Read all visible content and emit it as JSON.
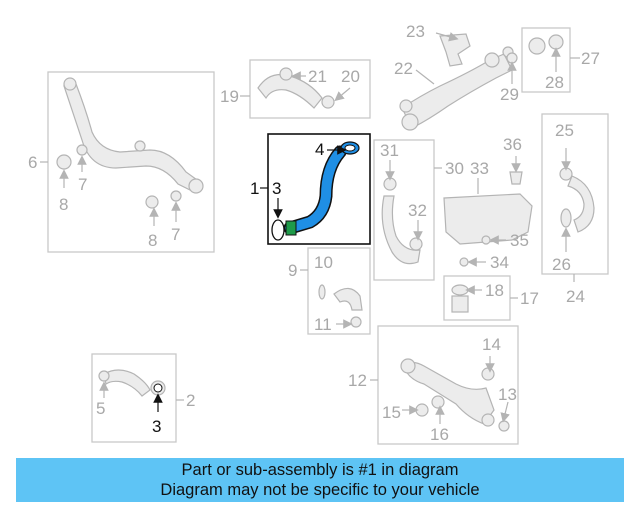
{
  "diagram": {
    "highlighted_part": "1",
    "callouts": [
      "23",
      "27",
      "22",
      "28",
      "29",
      "21",
      "20",
      "19",
      "4",
      "1",
      "3",
      "31",
      "30",
      "33",
      "36",
      "25",
      "6",
      "7",
      "8",
      "8",
      "7",
      "32",
      "35",
      "34",
      "26",
      "24",
      "9",
      "10",
      "11",
      "18",
      "17",
      "14",
      "12",
      "5",
      "2",
      "3",
      "15",
      "16",
      "13"
    ]
  },
  "colors": {
    "highlight_hose": "#1f8fe5",
    "banner": "#5ec4f5",
    "faded": "#b4b4b4"
  },
  "banner": {
    "line1": "Part or sub-assembly is #1 in diagram",
    "line2": "Diagram may not be specific to your vehicle"
  }
}
